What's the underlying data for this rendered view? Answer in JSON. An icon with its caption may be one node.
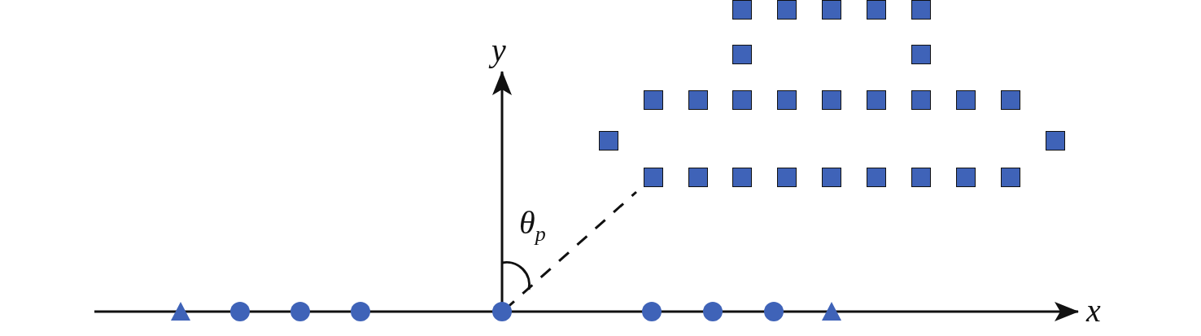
{
  "diagram": {
    "labels": [
      "y",
      "θ$_{p}$",
      "x"
    ]
  }
}
